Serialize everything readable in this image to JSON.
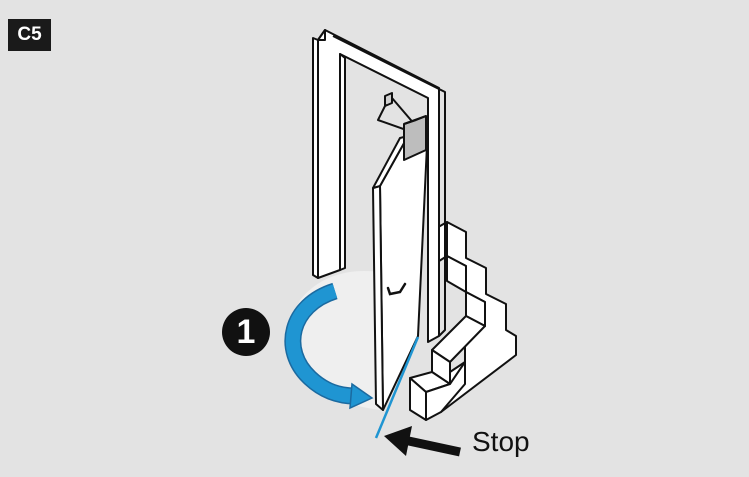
{
  "step_badge": "C5",
  "step_number": "1",
  "stop_label": "Stop",
  "colors": {
    "background": "#e3e3e3",
    "badge": "#1a1a1a",
    "swing_arrow": "#1f95d2",
    "stop_line": "#1f95d2",
    "swing_area": "#efefef",
    "closer_body": "#bdbdbd"
  },
  "icons": [
    "door-frame",
    "door-leaf",
    "door-handle",
    "door-closer",
    "stairs",
    "swing-arrow-icon",
    "stop-arrow-icon"
  ]
}
